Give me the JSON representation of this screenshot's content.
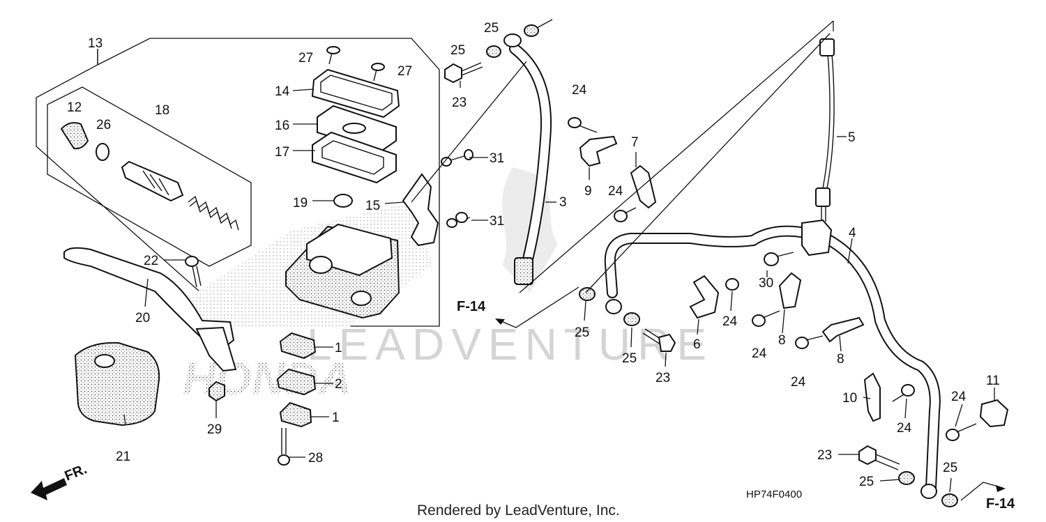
{
  "diagram": {
    "code": "HP74F0400",
    "footer": "Rendered by LeadVenture, Inc.",
    "watermark": "LEADVENTURE",
    "brand_text": "HONDA",
    "direction_label": "FR.",
    "ref_left": "F-14",
    "ref_right": "F-14",
    "callouts": {
      "c13": "13",
      "c12": "12",
      "c26": "26",
      "c18": "18",
      "c27a": "27",
      "c27b": "27",
      "c14": "14",
      "c16": "16",
      "c17": "17",
      "c19": "19",
      "c15": "15",
      "c22": "22",
      "c20": "20",
      "c21": "21",
      "c29": "29",
      "c1a": "1",
      "c2": "2",
      "c1b": "1",
      "c28": "28",
      "c25a": "25",
      "c25b": "25",
      "c23a": "23",
      "c31a": "31",
      "c31b": "31",
      "c3": "3",
      "c24a": "24",
      "c9": "9",
      "c7": "7",
      "c24b": "24",
      "c5": "5",
      "c4": "4",
      "c30": "30",
      "c25c": "25",
      "c25d": "25",
      "c23b": "23",
      "c6": "6",
      "c24c": "24",
      "c24d": "24",
      "c8a": "8",
      "c8b": "8",
      "c24e": "24",
      "c10": "10",
      "c24f": "24",
      "c24g": "24",
      "c11": "11",
      "c23c": "23",
      "c25e": "25",
      "c25f": "25"
    }
  }
}
